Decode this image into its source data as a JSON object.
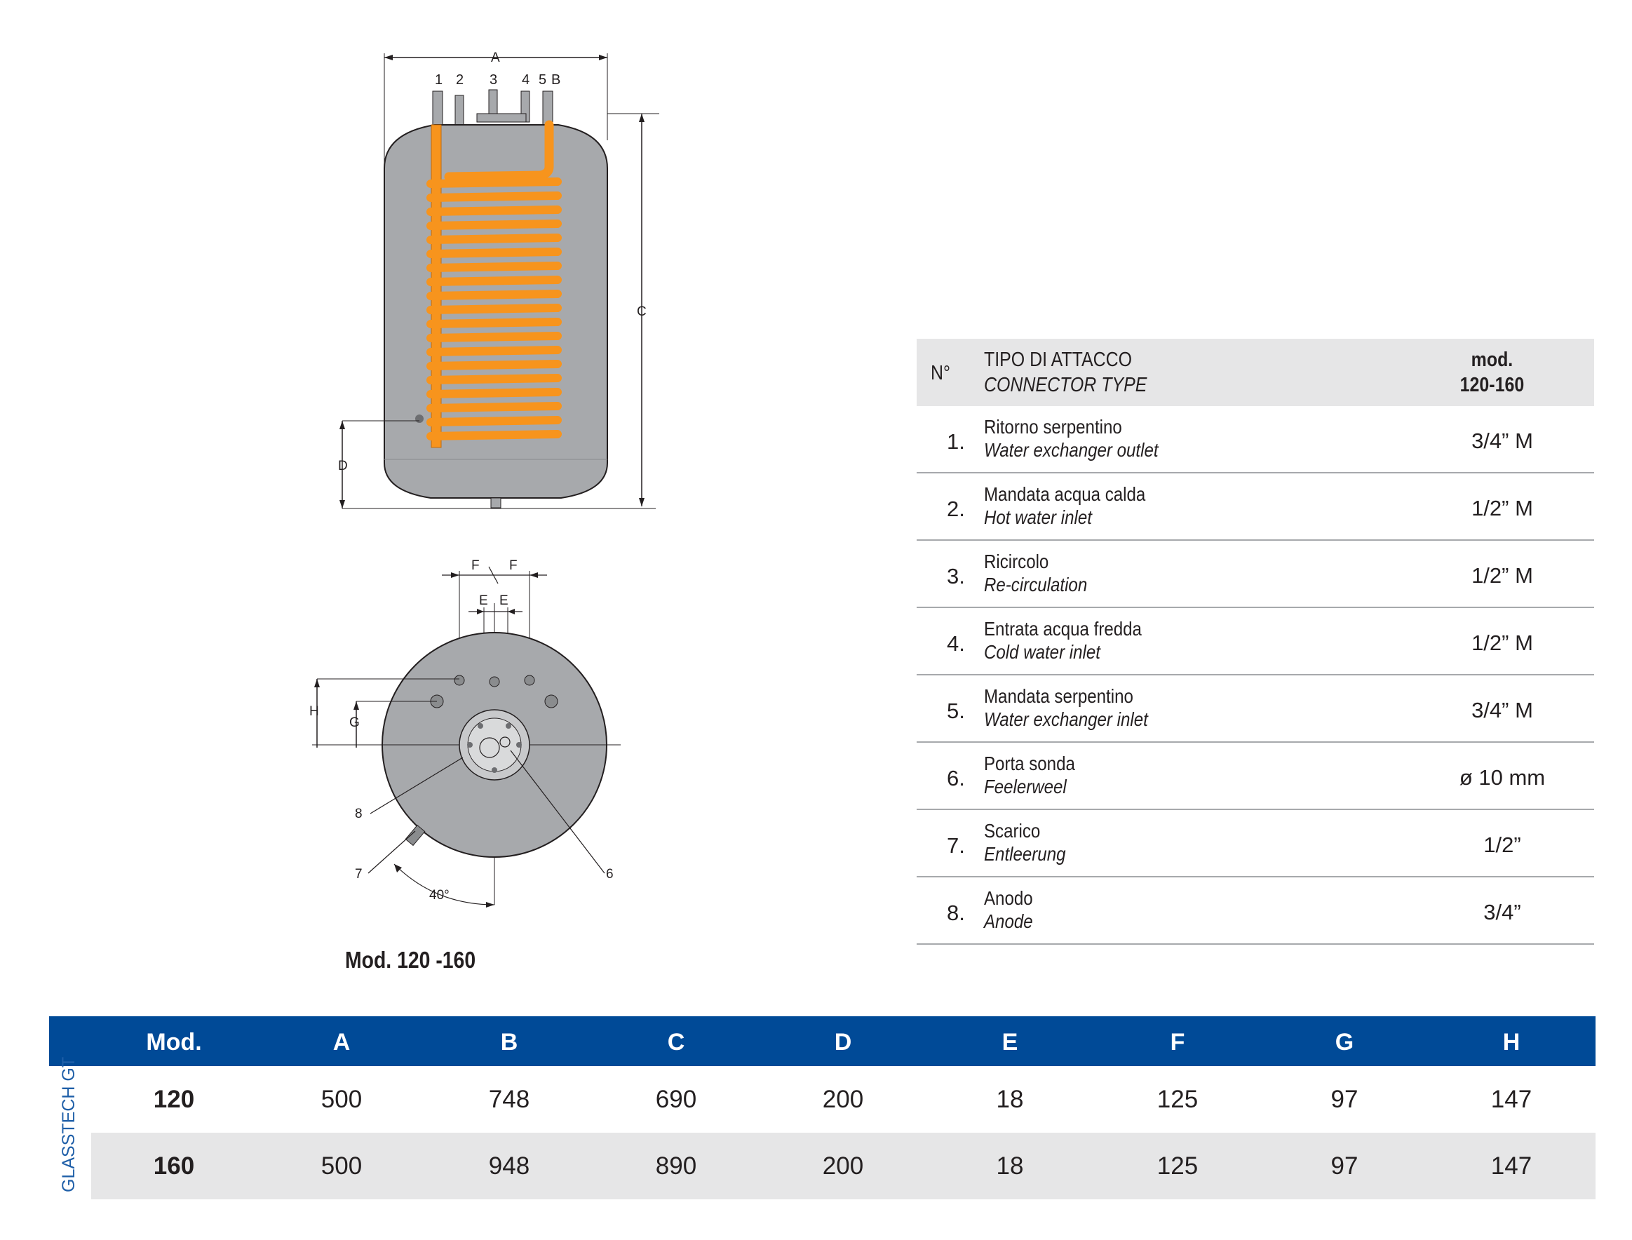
{
  "drawing": {
    "side_labels": {
      "A": "A",
      "B": "B",
      "C": "C",
      "D": "D",
      "n1": "1",
      "n2": "2",
      "n3": "3",
      "n4": "4",
      "n5": "5"
    },
    "top_labels": {
      "F1": "F",
      "F2": "F",
      "E1": "E",
      "E2": "E",
      "H": "H",
      "G": "G",
      "n6": "6",
      "n7": "7",
      "n8": "8",
      "angle": "40°"
    },
    "model_caption": "Mod. 120 -160",
    "colors": {
      "tank": "#a7a9ac",
      "coil": "#f7941d",
      "frame": "#231f20"
    }
  },
  "connectors": {
    "header": {
      "num": "N°",
      "type_it": "TIPO DI ATTACCO",
      "type_en": "CONNECTOR TYPE",
      "mod_line1": "mod.",
      "mod_line2": "120-160"
    },
    "rows": [
      {
        "num": "1.",
        "it": "Ritorno serpentino",
        "en": "Water exchanger outlet",
        "value": "3/4” M"
      },
      {
        "num": "2.",
        "it": "Mandata acqua calda",
        "en": "Hot water inlet",
        "value": "1/2” M"
      },
      {
        "num": "3.",
        "it": "Ricircolo",
        "en": "Re-circulation",
        "value": "1/2” M"
      },
      {
        "num": "4.",
        "it": "Entrata acqua fredda",
        "en": "Cold water inlet",
        "value": "1/2” M"
      },
      {
        "num": "5.",
        "it": "Mandata serpentino",
        "en": "Water exchanger inlet",
        "value": "3/4” M"
      },
      {
        "num": "6.",
        "it": "Porta sonda",
        "en": "Feelerweel",
        "value": "ø 10 mm"
      },
      {
        "num": "7.",
        "it": "Scarico",
        "en": "Entleerung",
        "value": "1/2”"
      },
      {
        "num": "8.",
        "it": "Anodo",
        "en": "Anode",
        "value": "3/4”"
      }
    ]
  },
  "dimensions": {
    "side_label": "GLASSTECH GT",
    "headers": [
      "Mod.",
      "A",
      "B",
      "C",
      "D",
      "E",
      "F",
      "G",
      "H"
    ],
    "rows": [
      [
        "120",
        "500",
        "748",
        "690",
        "200",
        "18",
        "125",
        "97",
        "147"
      ],
      [
        "160",
        "500",
        "948",
        "890",
        "200",
        "18",
        "125",
        "97",
        "147"
      ]
    ],
    "header_color": "#004a97",
    "alt_row_color": "#e6e6e7"
  }
}
